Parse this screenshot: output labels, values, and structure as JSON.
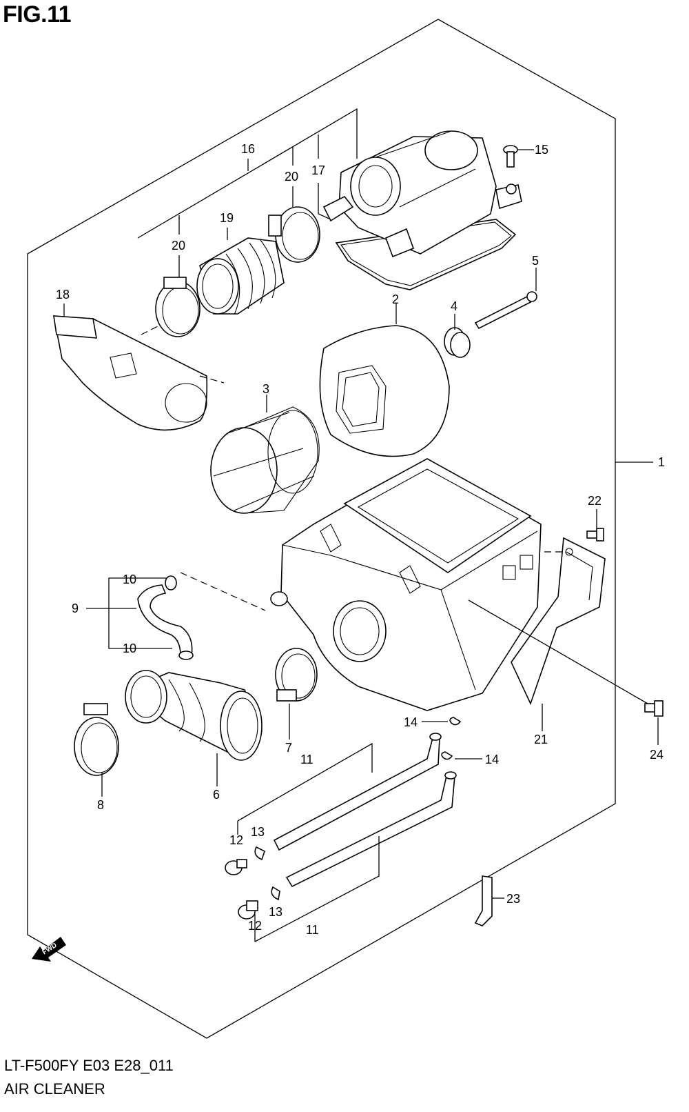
{
  "figure": {
    "title": "FIG.11",
    "code": "LT-F500FY E03 E28_011",
    "name": "AIR CLEANER"
  },
  "direction_marker": "FWD",
  "callouts": [
    "1",
    "2",
    "3",
    "4",
    "5",
    "6",
    "7",
    "8",
    "9",
    "10",
    "10",
    "11",
    "11",
    "12",
    "12",
    "13",
    "13",
    "14",
    "14",
    "15",
    "16",
    "17",
    "18",
    "19",
    "20",
    "20",
    "21",
    "22",
    "23",
    "24"
  ]
}
